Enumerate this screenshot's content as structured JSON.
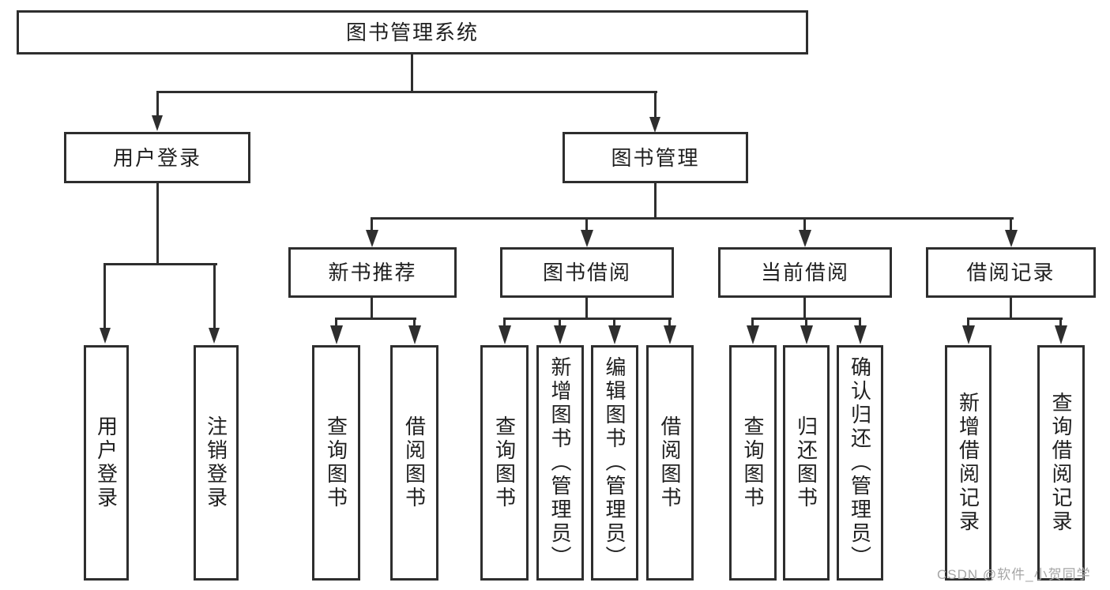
{
  "colors": {
    "line": "#2e2e2e",
    "text": "#1f1f1f",
    "watermark": "#a6a6a6",
    "background": "#ffffff"
  },
  "nodes": {
    "root": {
      "label": "图书管理系统"
    },
    "user_login": {
      "label": "用户登录"
    },
    "book_mgmt": {
      "label": "图书管理"
    },
    "login": {
      "label": "用户登录"
    },
    "logout": {
      "label": "注销登录"
    },
    "new_rec": {
      "label": "新书推荐"
    },
    "borrow": {
      "label": "图书借阅"
    },
    "current": {
      "label": "当前借阅"
    },
    "record": {
      "label": "借阅记录"
    },
    "rec_query": {
      "label": "查询图书"
    },
    "rec_borrow": {
      "label": "借阅图书"
    },
    "bor_query": {
      "label": "查询图书"
    },
    "bor_add": {
      "label": "新增图书（管理员）"
    },
    "bor_edit": {
      "label": "编辑图书（管理员）"
    },
    "bor_borrow": {
      "label": "借阅图书"
    },
    "cur_query": {
      "label": "查询图书"
    },
    "cur_return": {
      "label": "归还图书"
    },
    "cur_confirm": {
      "label": "确认归还（管理员）"
    },
    "rcd_add": {
      "label": "新增借阅记录"
    },
    "rcd_query": {
      "label": "查询借阅记录"
    }
  },
  "watermark": {
    "text": "CSDN @软件_小贺同学"
  }
}
